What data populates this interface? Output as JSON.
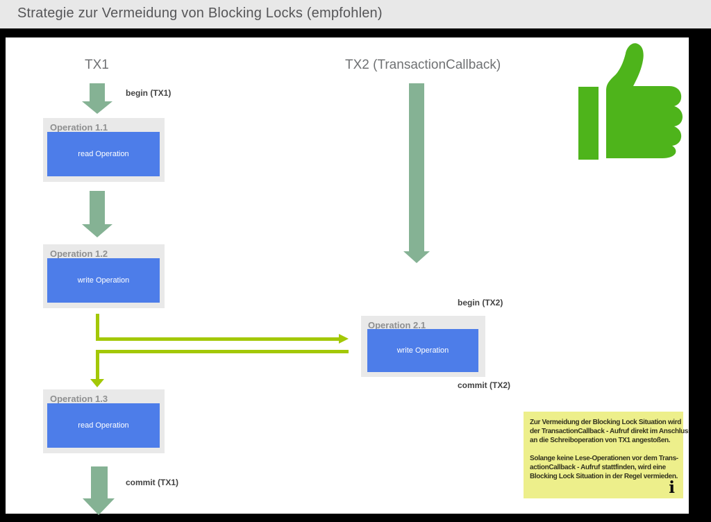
{
  "header": {
    "title": "Strategie zur Vermeidung von Blocking Locks (empfohlen)"
  },
  "lanes": {
    "tx1": "TX1",
    "tx2": "TX2 (TransactionCallback)"
  },
  "flow_labels": {
    "begin_tx1": "begin (TX1)",
    "commit_tx1": "commit (TX1)",
    "begin_tx2": "begin (TX2)",
    "commit_tx2": "commit (TX2)"
  },
  "operations": {
    "op11": {
      "title": "Operation 1.1",
      "action": "read Operation"
    },
    "op12": {
      "title": "Operation 1.2",
      "action": "write Operation"
    },
    "op13": {
      "title": "Operation 1.3",
      "action": "read Operation"
    },
    "op21": {
      "title": "Operation 2.1",
      "action": "write Operation"
    }
  },
  "note": {
    "p1": [
      "Zur Vermeidung der Blocking Lock Situation wird",
      "der TransactionCallback - Aufruf direkt im Anschluss",
      "an die Schreiboperation von TX1 angestoßen."
    ],
    "p2": [
      "Solange keine Lese-Operationen vor dem Trans-",
      "actionCallback - Aufruf stattfinden, wird eine",
      "Blocking Lock Situation in der Regel vermieden."
    ],
    "info_glyph": "i"
  },
  "icons": {
    "thumbs_up": "thumbs-up-icon"
  },
  "colors": {
    "header_bg": "#e8e8e8",
    "frame": "#000000",
    "sage_arrow": "#85b294",
    "flow_arrow": "#a3c806",
    "operation_box_bg": "#e9e9e9",
    "operation_blue": "#4d7de9",
    "note_bg": "#edef8b",
    "thumb_green": "#4eb41b"
  }
}
